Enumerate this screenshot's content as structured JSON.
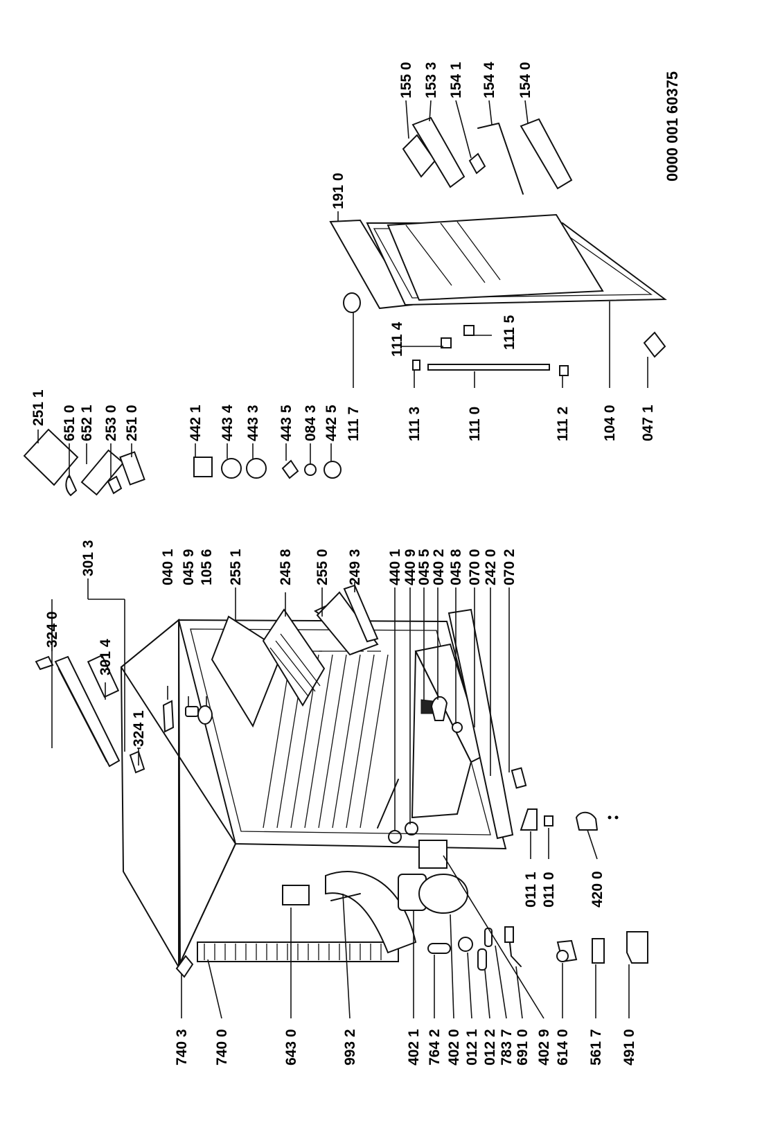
{
  "diagram": {
    "document_code": "0000 001 60375",
    "labels": [
      "740 3",
      "740 0",
      "643 0",
      "993 2",
      "402 1",
      "764 2",
      "402 0",
      "012 1",
      "012 2",
      "783 7",
      "691 0",
      "402 9",
      "614 0",
      "561 7",
      "491 0",
      "011 1",
      "011 0",
      "420 0",
      "324 1",
      "301 4",
      "324 0",
      "301 3",
      "040 1",
      "045 9",
      "105 6",
      "255 1",
      "245 8",
      "255 0",
      "249 3",
      "440 1",
      "440 9",
      "045 5",
      "040 2",
      "045 8",
      "070 0",
      "242 0",
      "070 2",
      "251 1",
      "651 0",
      "652 1",
      "253 0",
      "251 0",
      "442 1",
      "443 4",
      "443 3",
      "443 5",
      "084 3",
      "442 5",
      "111 3",
      "111 0",
      "111 2",
      "111 7",
      "111 4",
      "111 5",
      "104 0",
      "047 1",
      "191 0",
      "155 0",
      "153 3",
      "154 1",
      "154 4",
      "154 0"
    ]
  }
}
